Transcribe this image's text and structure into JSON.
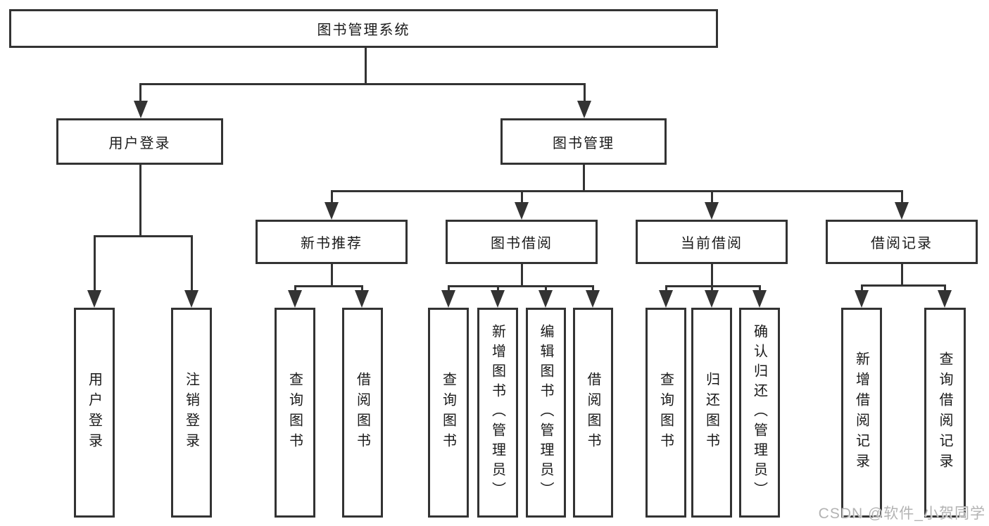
{
  "colors": {
    "line": "#333333",
    "text": "#1a1a1a",
    "box_bg": "#ffffff",
    "watermark": "#b3b3b3",
    "background": "#ffffff"
  },
  "diagram": {
    "root": {
      "label": "图书管理系统"
    },
    "level2": [
      {
        "label": "用户登录"
      },
      {
        "label": "图书管理"
      }
    ],
    "level3": [
      {
        "label": "新书推荐"
      },
      {
        "label": "图书借阅"
      },
      {
        "label": "当前借阅"
      },
      {
        "label": "借阅记录"
      }
    ],
    "leaves": {
      "user_login": [
        "用户登录",
        "注销登录"
      ],
      "new_book_recommend": [
        "查询图书",
        "借阅图书"
      ],
      "book_borrow": [
        "查询图书",
        "新增图书（管理员）",
        "编辑图书（管理员）",
        "借阅图书"
      ],
      "current_borrow": [
        "查询图书",
        "归还图书",
        "确认归还（管理员）"
      ],
      "borrow_record": [
        "新增借阅记录",
        "查询借阅记录"
      ]
    }
  },
  "watermark": {
    "text": "CSDN @软件_小贺同学"
  }
}
